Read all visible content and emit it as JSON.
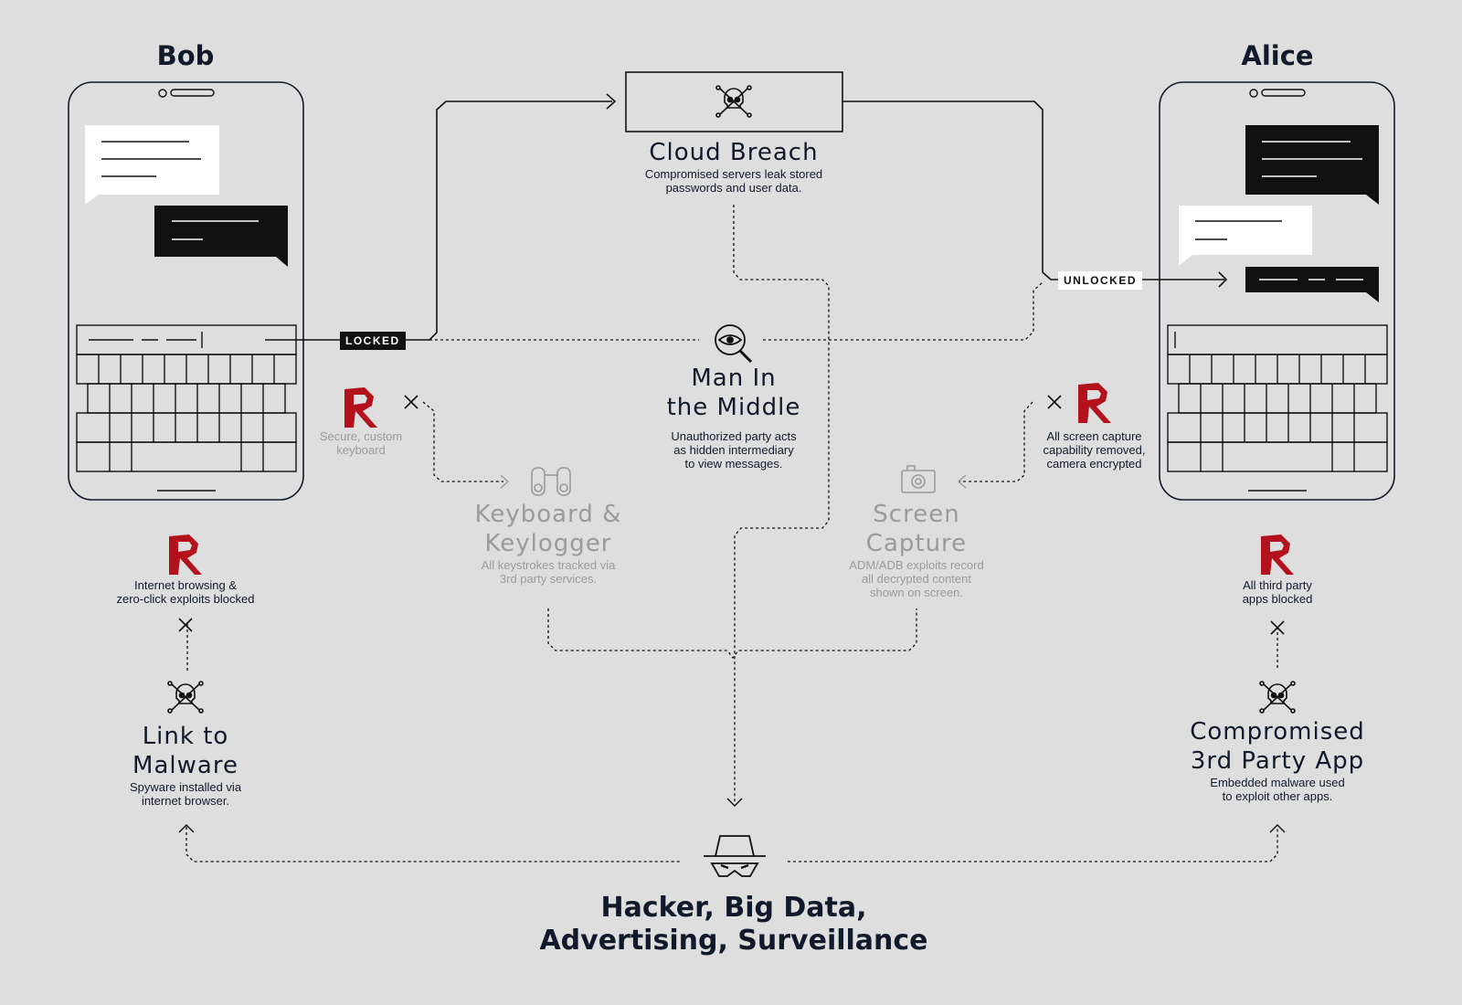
{
  "people": {
    "left": "Bob",
    "right": "Alice"
  },
  "tags": {
    "locked": "LOCKED",
    "unlocked": "UNLOCKED"
  },
  "cloud_breach": {
    "title": "Cloud Breach",
    "desc_1": "Compromised servers leak stored",
    "desc_2": "passwords and user data."
  },
  "mitm": {
    "title_1": "Man In",
    "title_2": "the Middle",
    "desc_1": "Unauthorized party acts",
    "desc_2": "as hidden intermediary",
    "desc_3": "to view messages."
  },
  "keylogger": {
    "title_1": "Keyboard &",
    "title_2": "Keylogger",
    "desc_1": "All keystrokes tracked via",
    "desc_2": "3rd party services."
  },
  "screen_capture": {
    "title_1": "Screen",
    "title_2": "Capture",
    "desc_1": "ADM/ADB exploits record",
    "desc_2": "all decrypted content",
    "desc_3": "shown on screen."
  },
  "secure_keyboard": {
    "line_1": "Secure, custom",
    "line_2": "keyboard"
  },
  "screen_protect": {
    "line_1": "All screen capture",
    "line_2": "capability removed,",
    "line_3": "camera encrypted"
  },
  "browsing_blocked": {
    "line_1": "Internet browsing &",
    "line_2": "zero-click exploits blocked"
  },
  "apps_blocked": {
    "line_1": "All third party",
    "line_2": "apps blocked"
  },
  "malware_link": {
    "title_1": "Link to",
    "title_2": "Malware",
    "desc_1": "Spyware installed via",
    "desc_2": "internet browser."
  },
  "third_party": {
    "title_1": "Compromised",
    "title_2": "3rd Party App",
    "desc_1": "Embedded malware used",
    "desc_2": "to exploit other apps."
  },
  "adversary": {
    "line_1": "Hacker, Big Data,",
    "line_2": "Advertising, Surveillance"
  },
  "icons": {
    "brand": "r-logo-icon",
    "skull": "skull-crossbones-icon",
    "eye": "magnifier-eye-icon",
    "binoculars": "binoculars-icon",
    "camera": "camera-icon",
    "spy": "hacker-spy-icon",
    "block": "x-block-icon"
  },
  "colors": {
    "background": "#dedede",
    "ink": "#111a2a",
    "muted": "#9a9a9a",
    "brand_red": "#b3121c"
  }
}
